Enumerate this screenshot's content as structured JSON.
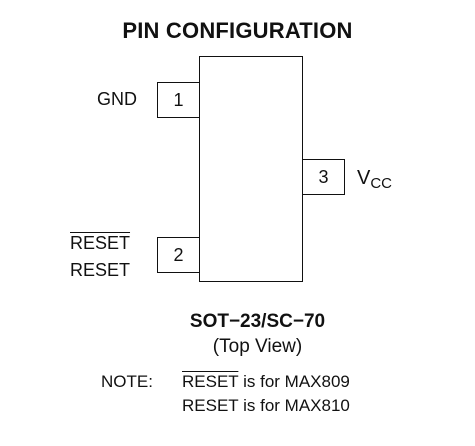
{
  "title": "PIN CONFIGURATION",
  "pins": {
    "pin1": {
      "number": "1",
      "name": "GND"
    },
    "pin2": {
      "number": "2",
      "name_overlined": "RESET",
      "name_plain": "RESET"
    },
    "pin3": {
      "number": "3",
      "name_main": "V",
      "name_sub": "CC"
    }
  },
  "package": "SOT−23/SC−70",
  "view": "(Top View)",
  "note": {
    "label": "NOTE:",
    "line1_overlined": "RESET",
    "line1_rest": " is for MAX809",
    "line2": "RESET is for MAX810"
  }
}
